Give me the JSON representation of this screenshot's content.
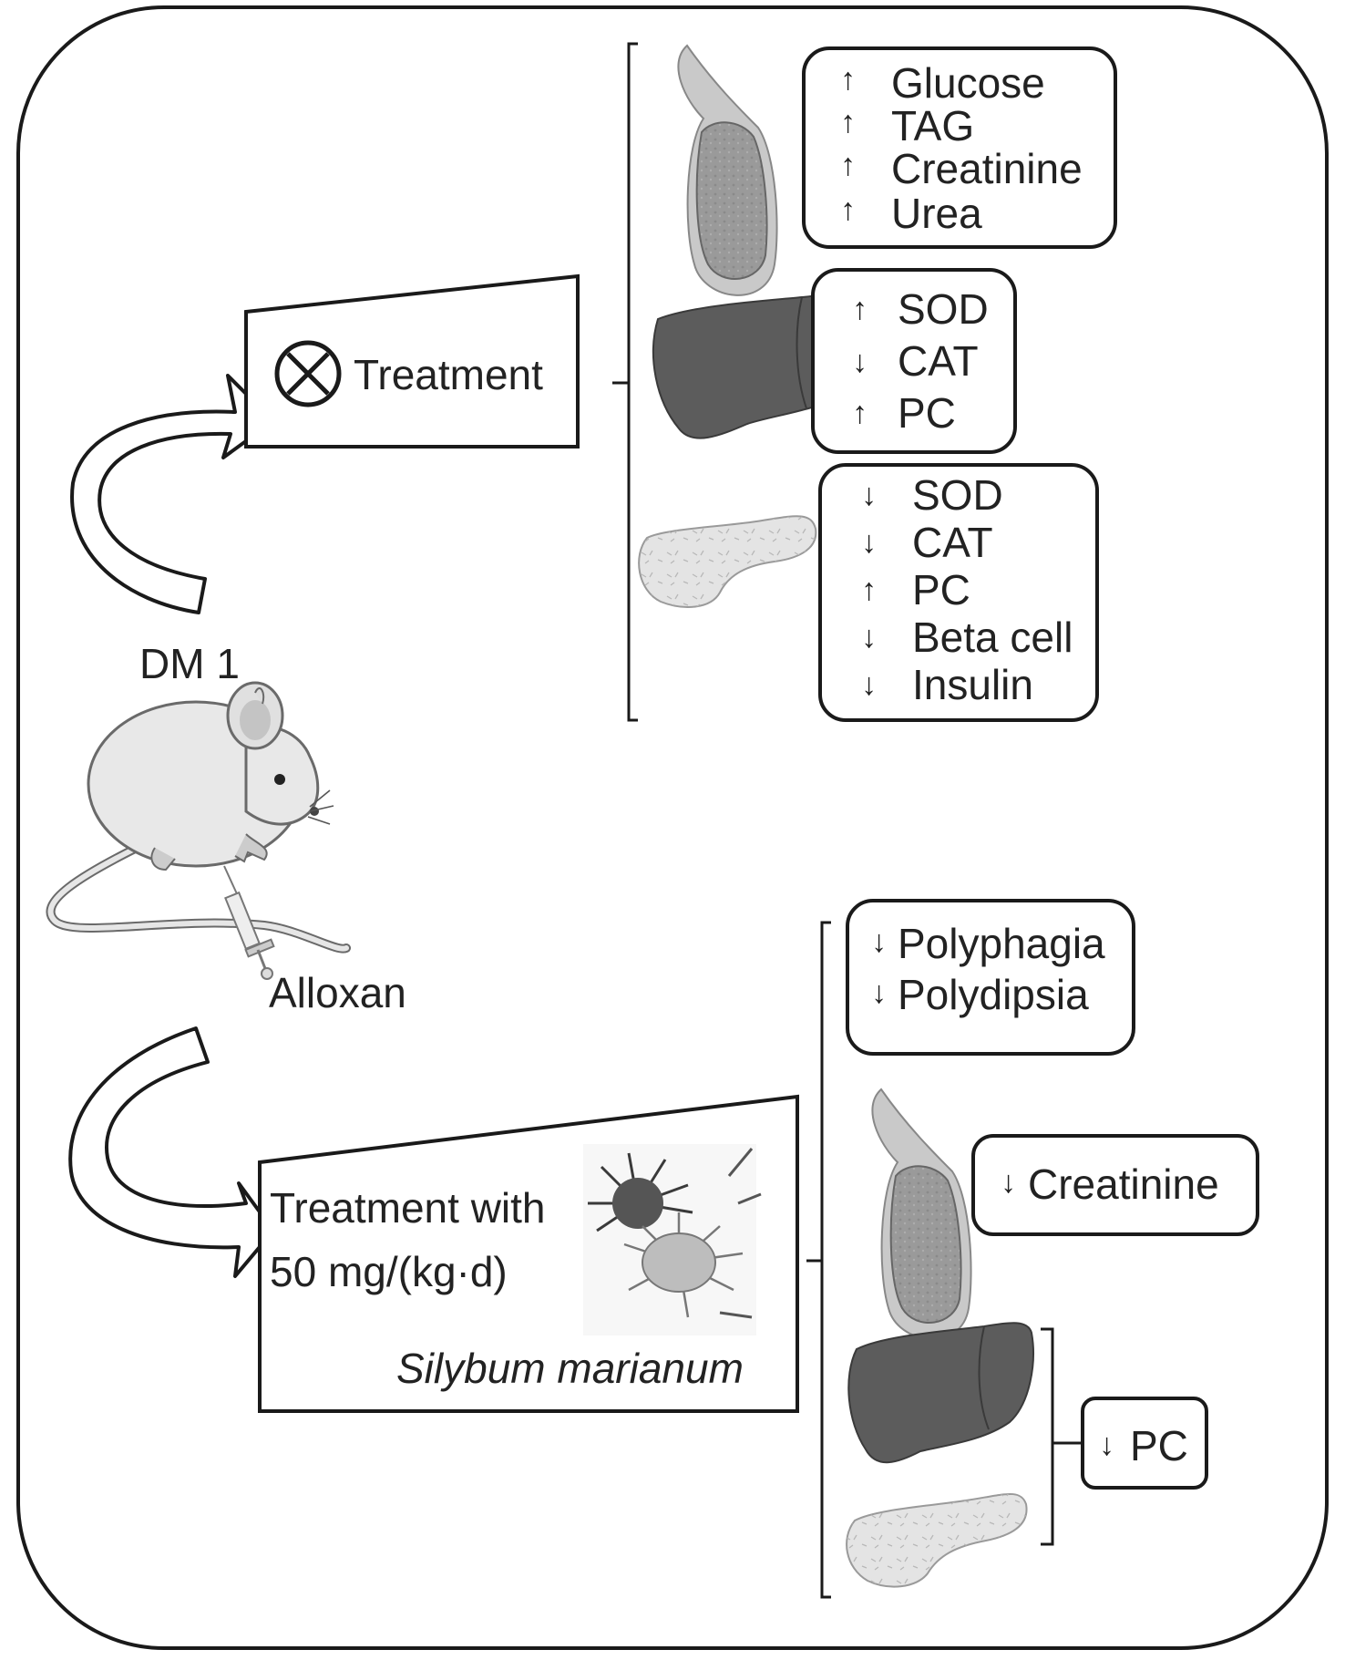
{
  "labels": {
    "dm1": "DM 1",
    "alloxan": "Alloxan",
    "no_treatment": "Treatment",
    "treatment_line1": "Treatment with",
    "treatment_line2": "50 mg/(kg·d)",
    "species": "Silybum marianum"
  },
  "untreated": {
    "kidney": [
      {
        "dir": "up",
        "label": "Glucose"
      },
      {
        "dir": "up",
        "label": "TAG"
      },
      {
        "dir": "up",
        "label": "Creatinine"
      },
      {
        "dir": "up",
        "label": "Urea"
      }
    ],
    "liver": [
      {
        "dir": "up",
        "label": "SOD"
      },
      {
        "dir": "down",
        "label": "CAT"
      },
      {
        "dir": "up",
        "label": "PC"
      }
    ],
    "pancreas": [
      {
        "dir": "down",
        "label": "SOD"
      },
      {
        "dir": "down",
        "label": "CAT"
      },
      {
        "dir": "up",
        "label": "PC"
      },
      {
        "dir": "down",
        "label": "Beta cell"
      },
      {
        "dir": "down",
        "label": "Insulin"
      }
    ]
  },
  "treated": {
    "symptoms": [
      {
        "dir": "down",
        "label": "Polyphagia"
      },
      {
        "dir": "down",
        "label": "Polydipsia"
      }
    ],
    "kidney": [
      {
        "dir": "down",
        "label": "Creatinine"
      }
    ],
    "liver_pancreas": [
      {
        "dir": "down",
        "label": "PC"
      }
    ]
  },
  "arrow_glyphs": {
    "up": "↑",
    "down": "↓"
  },
  "icons": [
    "kidney-icon",
    "liver-icon",
    "pancreas-icon",
    "mouse-icon",
    "syringe-icon",
    "no-symbol-icon",
    "milk-thistle-icon",
    "curved-arrow-icon"
  ]
}
